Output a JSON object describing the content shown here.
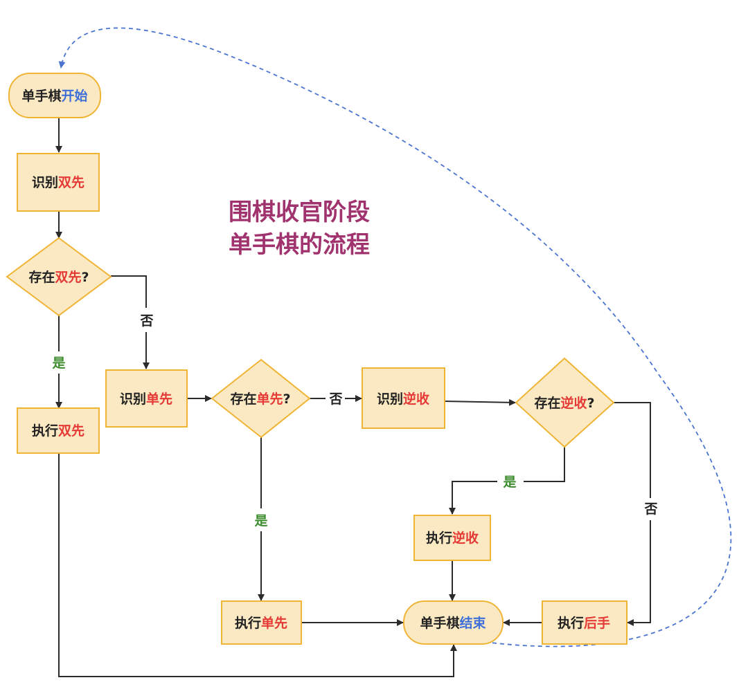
{
  "title": {
    "line1": "围棋收官阶段",
    "line2": "单手棋的流程",
    "color": "#a0326e"
  },
  "colors": {
    "node_fill": "#fbe9c4",
    "node_stroke": "#f0b434",
    "edge": "#2b2b2b",
    "highlight_red": "#e53935",
    "highlight_blue": "#3f6fd8",
    "yes_green": "#3d8c2e",
    "loop_dash": "#4a74d0",
    "text": "#222222"
  },
  "nodes": {
    "start": {
      "a": "单手棋",
      "b": "开始"
    },
    "identify_ss": {
      "a": "识别",
      "b": "双先"
    },
    "has_ss": {
      "a": "存在",
      "b": "双先",
      "c": "?"
    },
    "exec_ss": {
      "a": "执行",
      "b": "双先"
    },
    "identify_ds": {
      "a": "识别",
      "b": "单先"
    },
    "has_ds": {
      "a": "存在",
      "b": "单先",
      "c": "?"
    },
    "identify_ns": {
      "a": "识别",
      "b": "逆收"
    },
    "has_ns": {
      "a": "存在",
      "b": "逆收",
      "c": "?"
    },
    "exec_ns": {
      "a": "执行",
      "b": "逆收"
    },
    "exec_ds": {
      "a": "执行",
      "b": "单先"
    },
    "end": {
      "a": "单手棋",
      "b": "结束"
    },
    "exec_hs": {
      "a": "执行",
      "b": "后手"
    }
  },
  "edge_labels": {
    "ss_no": "否",
    "ss_yes": "是",
    "ds_no": "否",
    "ds_yes": "是",
    "ns_yes": "是",
    "ns_no": "否"
  }
}
